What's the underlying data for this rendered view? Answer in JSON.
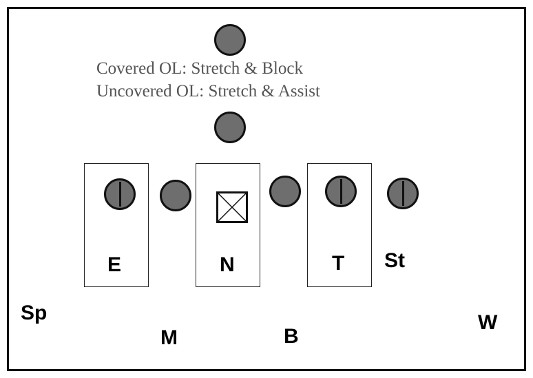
{
  "notes": {
    "line1": "Covered OL: Stretch & Block",
    "line2": "Uncovered OL: Stretch & Assist"
  },
  "defense": {
    "E": "E",
    "N": "N",
    "T": "T",
    "St": "St",
    "Sp": "Sp",
    "M": "M",
    "B": "B",
    "W": "W"
  },
  "colors": {
    "player_fill": "#6e6e6e",
    "outline": "#111111",
    "note_text": "#555555"
  }
}
